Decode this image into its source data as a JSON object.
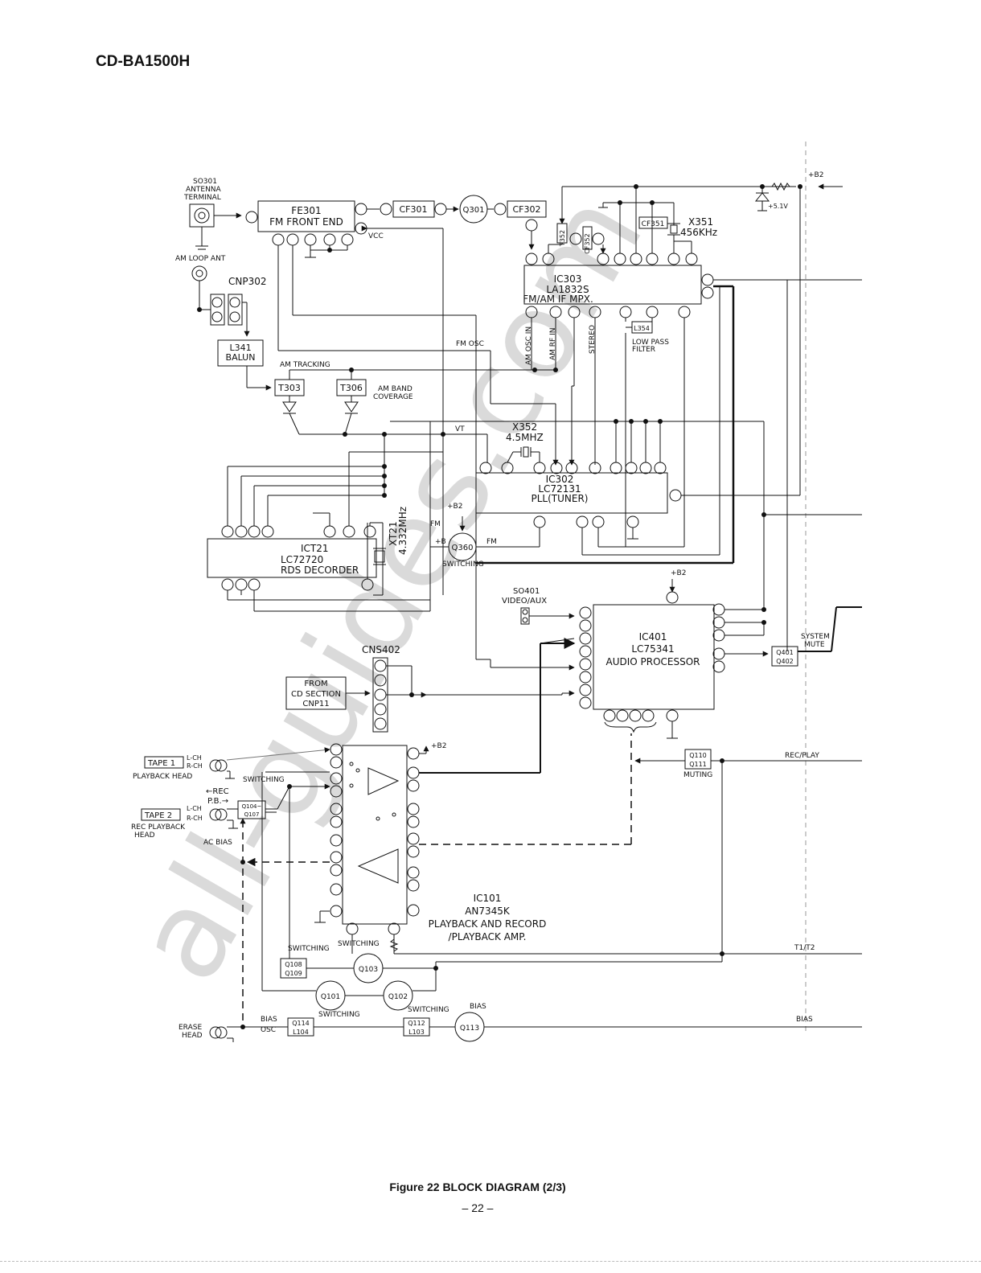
{
  "header": {
    "model": "CD-BA1500H"
  },
  "footer": {
    "caption": "Figure 22 BLOCK DIAGRAM (2/3)",
    "page": "– 22 –"
  },
  "watermark": "all-guides.com",
  "blocks": {
    "fe301": [
      "FE301",
      "FM  FRONT  END"
    ],
    "ic303": [
      "IC303",
      "LA1832S",
      "FM/AM IF MPX."
    ],
    "ic302": [
      "IC302",
      "LC72131",
      "PLL(TUNER)"
    ],
    "ict21": [
      "ICT21",
      "LC72720",
      "RDS DECORDER"
    ],
    "ic401": [
      "IC401",
      "LC75341",
      "AUDIO  PROCESSOR"
    ],
    "ic101": [
      "IC101",
      "AN7345K",
      "PLAYBACK  AND  RECORD",
      "/PLAYBACK  AMP."
    ],
    "l341": [
      "L341",
      "BALUN"
    ],
    "from_cd": [
      "FROM",
      "CD SECTION",
      "CNP11"
    ]
  },
  "labels": {
    "so301": [
      "SO301",
      "ANTENNA",
      "TERMINAL"
    ],
    "am_loop": "AM LOOP ANT",
    "cnp302": "CNP302",
    "am_tracking": "AM  TRACKING",
    "am_band": [
      "AM  BAND",
      "COVERAGE"
    ],
    "fm_osc": "FM  OSC",
    "am_osc_in": "AM  OSC  IN",
    "am_rf_in": "AM  RF  IN",
    "stereo": "STEREO",
    "low_pass": [
      "LOW PASS",
      "FILTER"
    ],
    "x351": [
      "X351",
      "456KHz"
    ],
    "x352": [
      "X352",
      "4.5MHZ"
    ],
    "xt21": [
      "XT21",
      "4.332MHz"
    ],
    "b2": "+B2",
    "v51": "+5.1V",
    "vcc": "VCC",
    "vt": "VT",
    "fm": "FM",
    "b": "+B",
    "switching": "SWITCHING",
    "so401": [
      "SO401",
      "VIDEO/AUX"
    ],
    "cns402": "CNS402",
    "system_mute": [
      "SYSTEM",
      "MUTE"
    ],
    "muting": "MUTING",
    "rec_play": "REC/PLAY",
    "t1t2": "T1/T2",
    "bias": "BIAS",
    "tape1": "TAPE  1",
    "tape2": "TAPE  2",
    "playback_head": "PLAYBACK  HEAD",
    "rec_playback_head": [
      "REC  PLAYBACK",
      "HEAD"
    ],
    "ac_bias": "AC  BIAS",
    "erase_head": [
      "ERASE",
      "HEAD"
    ],
    "bias_osc": [
      "BIAS",
      "OSC"
    ],
    "rec": "←REC",
    "pb": "P.B.→",
    "lch": "L-CH",
    "rch": "R-CH"
  },
  "parts": {
    "cf301": "CF301",
    "cf302": "CF302",
    "q301": "Q301",
    "t352": "T352",
    "cf352": "CF352",
    "cf351": "CF351",
    "l354": "L354",
    "t303": "T303",
    "t306": "T306",
    "q360": "Q360",
    "q401": [
      "Q401",
      "Q402"
    ],
    "q110": [
      "Q110",
      "Q111"
    ],
    "q104": [
      "Q104~",
      "Q107"
    ],
    "q108": [
      "Q108",
      "Q109"
    ],
    "q103": "Q103",
    "q101": "Q101",
    "q102": "Q102",
    "q114": [
      "Q114",
      "L104"
    ],
    "q112": [
      "Q112",
      "L103"
    ],
    "q113": "Q113"
  }
}
